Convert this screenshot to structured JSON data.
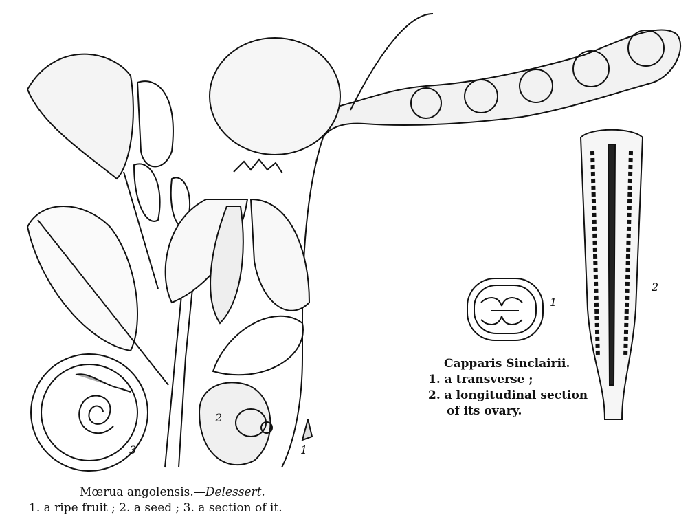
{
  "plate_left": {
    "title": "Mœrua angolensis.",
    "author_sep": "—",
    "author": "Delessert.",
    "legend": "1. a ripe fruit ;  2. a seed ;  3. a section of it.",
    "fig_labels": [
      "1",
      "2",
      "3"
    ]
  },
  "plate_right": {
    "title": "Capparis Sinclairii.",
    "legend": [
      "1. a transverse ;",
      "2. a longitudinal section",
      "of its ovary."
    ],
    "fig_labels": [
      "1",
      "2"
    ]
  }
}
